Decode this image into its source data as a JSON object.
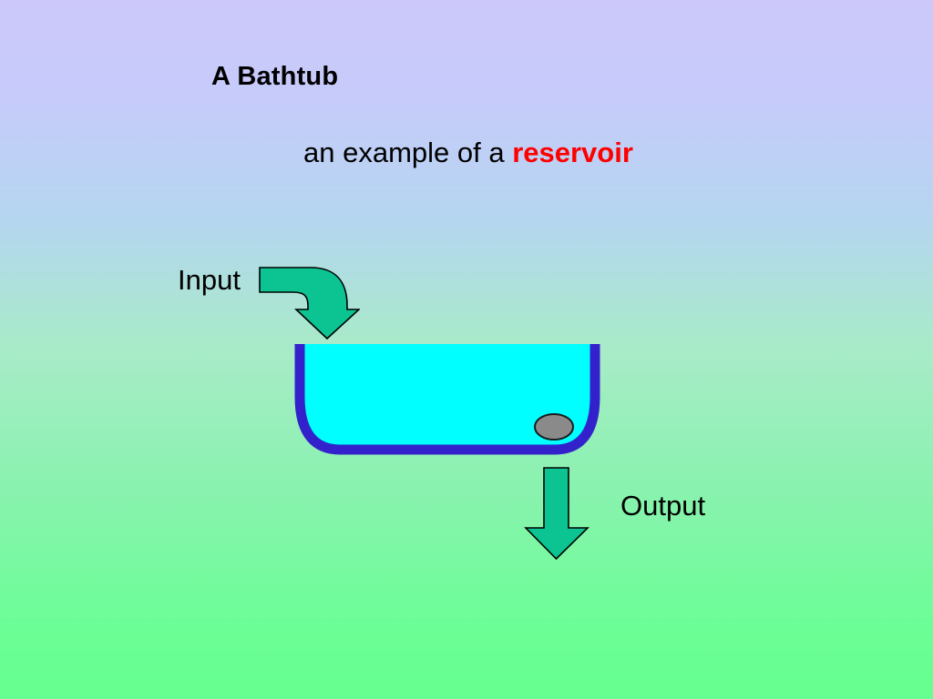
{
  "slide": {
    "title": "A Bathtub",
    "subtitle_prefix": "an example of a ",
    "subtitle_accent": "reservoir",
    "background": {
      "top_color": "#ccc8fa",
      "bottom_color": "#66ff8f",
      "mid_color": "#a8ebc8"
    }
  },
  "diagram": {
    "input_label": "Input",
    "output_label": "Output",
    "input_arrow_name": "elbow-arrow-down-icon",
    "output_arrow_name": "arrow-down-icon",
    "tub_name": "bathtub-shape",
    "drain_name": "drain-plug",
    "colors": {
      "arrow_fill": "#0bc492",
      "arrow_stroke": "#000000",
      "tub_fill": "#00ffff",
      "tub_border": "#3322cc",
      "drain_fill": "#8a8a8a",
      "drain_stroke": "#1a1a1a",
      "accent_text": "#ff0000",
      "text": "#000000"
    }
  }
}
